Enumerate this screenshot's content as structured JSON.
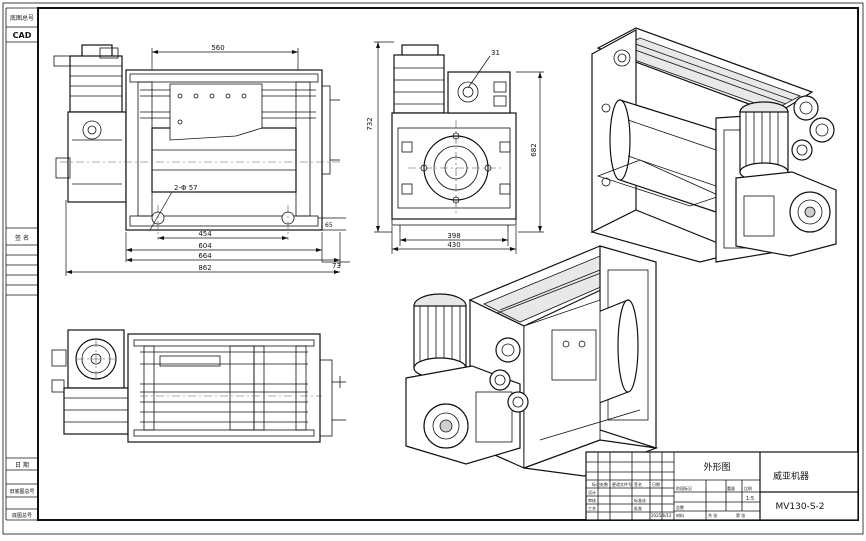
{
  "drawing": {
    "left_strip": {
      "label_top": "底图总号",
      "label_cad": "CAD",
      "label_mid": "签 名",
      "label_date": "日 期",
      "label_old": "旧底图总号",
      "label_base": "底图总号"
    },
    "dimensions": {
      "front_width_top": "560",
      "front_span_1": "454",
      "front_span_2": "604",
      "front_span_3": "664",
      "front_overall": "862",
      "front_right": "73",
      "front_small": "65",
      "hole_note": "2-Φ 57",
      "side_height": "732",
      "side_height_2": "682",
      "side_width_1": "398",
      "side_width_2": "430",
      "balloon": "31"
    },
    "title_block": {
      "part_name": "外形图",
      "company": "威亚机器",
      "drawing_number": "MV130-S-2",
      "scale": "1:5",
      "cells": {
        "mark": "标记",
        "count": "处数",
        "change_doc": "更改文件号",
        "signature": "签名",
        "date": "日期",
        "design": "设计",
        "check": "审核",
        "process": "工艺",
        "standard": "标准化",
        "approve": "批准",
        "stage_mark": "阶段标记",
        "weight": "重量",
        "ratio": "比例",
        "sheet_total": "共 张",
        "sheet_no": "第 张",
        "date_value": "2025/6/12",
        "total_qty": "总数",
        "material": "材料"
      }
    }
  }
}
